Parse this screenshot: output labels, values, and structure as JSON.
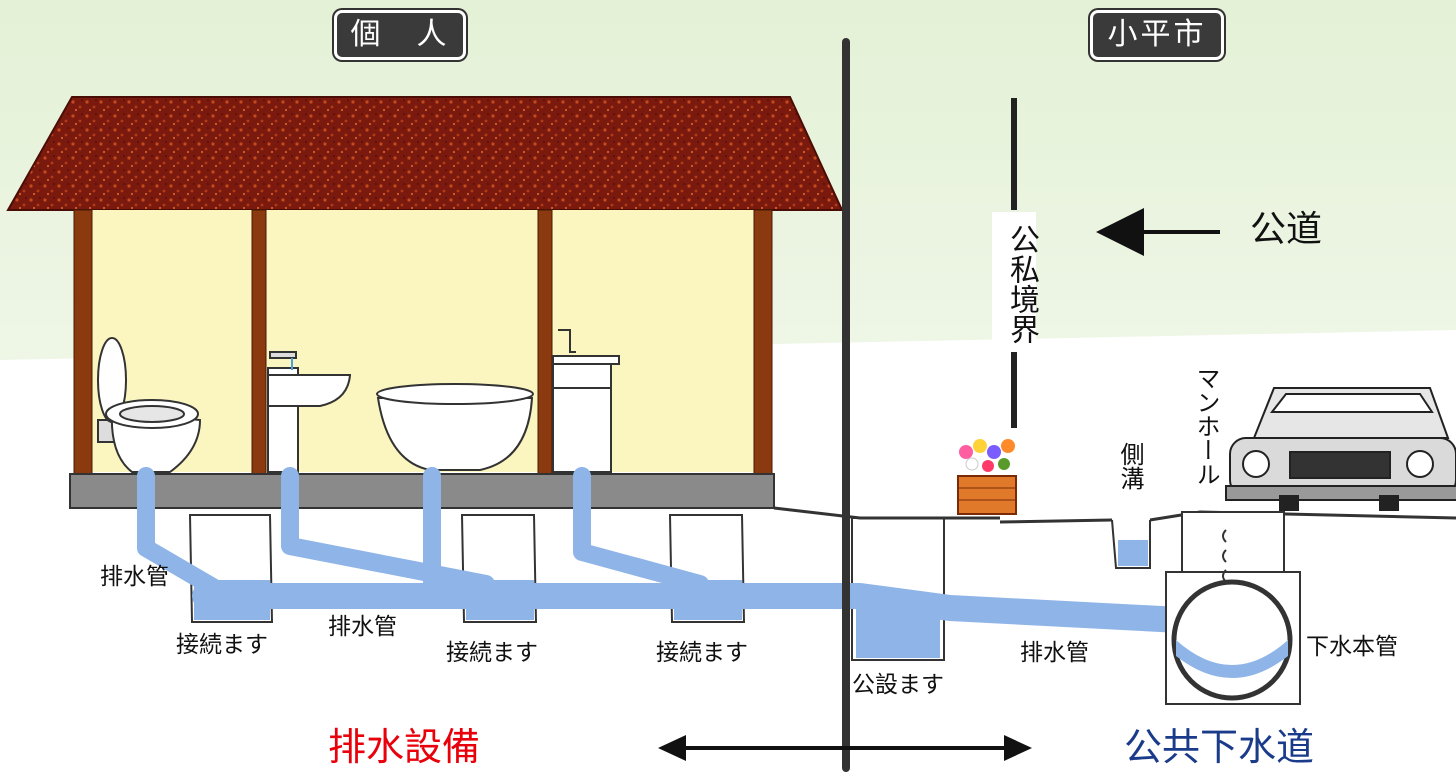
{
  "headers": {
    "private": "個　人",
    "city": "小平市"
  },
  "labels": {
    "boundary": "公私境界",
    "public_road": "公道",
    "manhole": "マンホール",
    "side_ditch": "側溝",
    "drain_pipe_left": "排水管",
    "drain_pipe_center": "排水管",
    "drain_pipe_right": "排水管",
    "connection_box_1": "接続ます",
    "connection_box_2": "接続ます",
    "connection_box_3": "接続ます",
    "public_box": "公設ます",
    "main_sewer": "下水本管"
  },
  "footer": {
    "left": "排水設備",
    "right": "公共下水道"
  },
  "colors": {
    "footer_left": "#e8000b",
    "footer_right": "#1a3a8a",
    "water": "#8fb4e8",
    "roof": "#7a1a0e",
    "wall": "#fbf5c0",
    "timber": "#8b3a0f"
  }
}
